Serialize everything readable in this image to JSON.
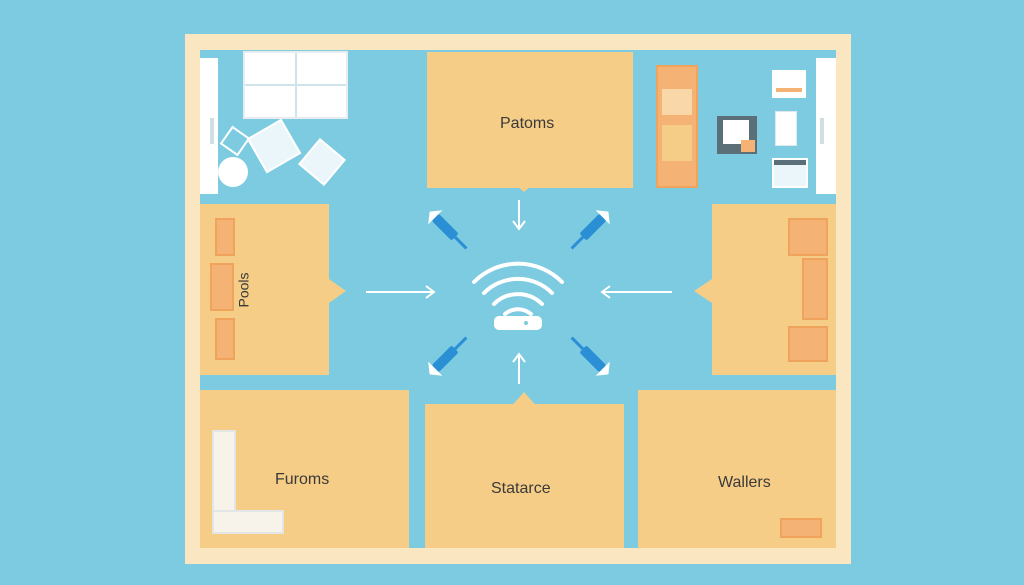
{
  "rooms": {
    "top_center": "Patoms",
    "left": "Pools",
    "bottom_left": "Furoms",
    "bottom_center": "Statarce",
    "bottom_right": "Wallers"
  },
  "icons": {
    "center": "wifi-router-icon",
    "corners": "satellite-antenna-icon",
    "flows": "arrow-icon"
  },
  "colors": {
    "background": "#7ccbe0",
    "frame": "#fae6c0",
    "room": "#f6cd86",
    "accent": "#2b8fd6",
    "furniture": "#f4b374"
  }
}
